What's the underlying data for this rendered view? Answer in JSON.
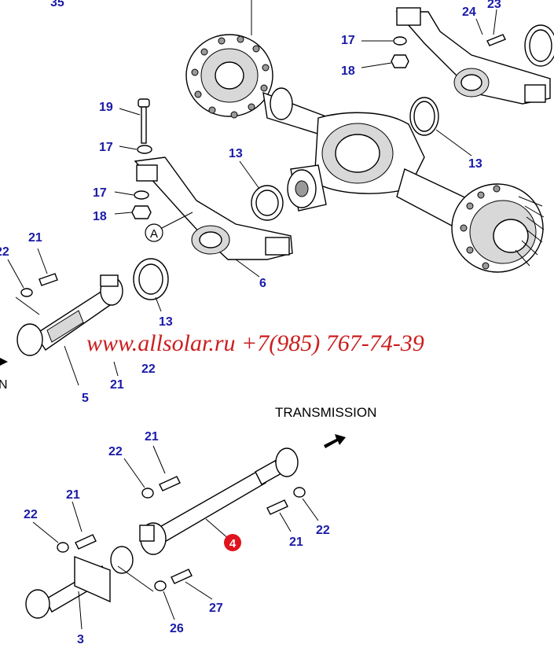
{
  "callouts": {
    "n35": "35",
    "n24": "24",
    "n23": "23",
    "n17a": "17",
    "n18a": "18",
    "n19": "19",
    "n17b": "17",
    "n13a": "13",
    "n13b": "13",
    "n17c": "17",
    "n18b": "18",
    "n21a": "21",
    "n22a": "22",
    "circleA": "A",
    "n6": "6",
    "n13c": "13",
    "n22b": "22",
    "n21b": "21",
    "n5": "5",
    "n21c": "21",
    "n22c": "22",
    "n21d": "21",
    "n22d": "22",
    "n4": "4",
    "n21e": "21",
    "n22e": "22",
    "n27": "27",
    "n26": "26",
    "n3": "3",
    "partialN": "N"
  },
  "labels": {
    "transmission": "TRANSMISSION",
    "watermark": "www.allsolar.ru +7(985) 767-74-39"
  },
  "colors": {
    "callout": "#1a1aa8",
    "watermark": "#cc1e1e",
    "highlight": "#e0141e"
  }
}
